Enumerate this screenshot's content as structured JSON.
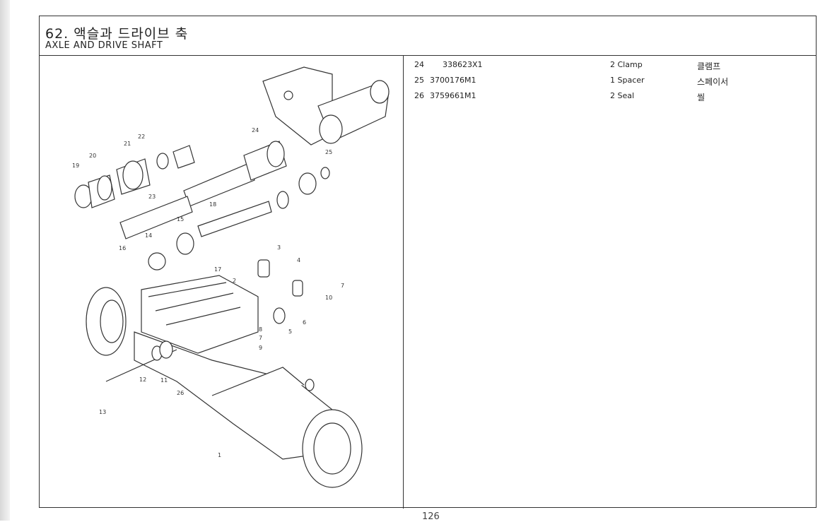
{
  "header": {
    "title_ko": "62. 액슬과 드라이브 축",
    "title_en": "AXLE AND DRIVE SHAFT"
  },
  "parts": [
    {
      "no": "24",
      "part_number": "338623X1",
      "qty_desc": "2 Clamp",
      "name_ko": "클램프"
    },
    {
      "no": "25",
      "part_number": "3700176M1",
      "qty_desc": "1 Spacer",
      "name_ko": "스페이서"
    },
    {
      "no": "26",
      "part_number": "3759661M1",
      "qty_desc": "2 Seal",
      "name_ko": "씰"
    }
  ],
  "callouts": [
    "19",
    "20",
    "21",
    "22",
    "23",
    "24",
    "25",
    "18",
    "15",
    "14",
    "16",
    "17",
    "3",
    "4",
    "7",
    "10",
    "2",
    "8",
    "7",
    "9",
    "6",
    "5",
    "12",
    "11",
    "26",
    "13",
    "1"
  ],
  "page_number": "126"
}
